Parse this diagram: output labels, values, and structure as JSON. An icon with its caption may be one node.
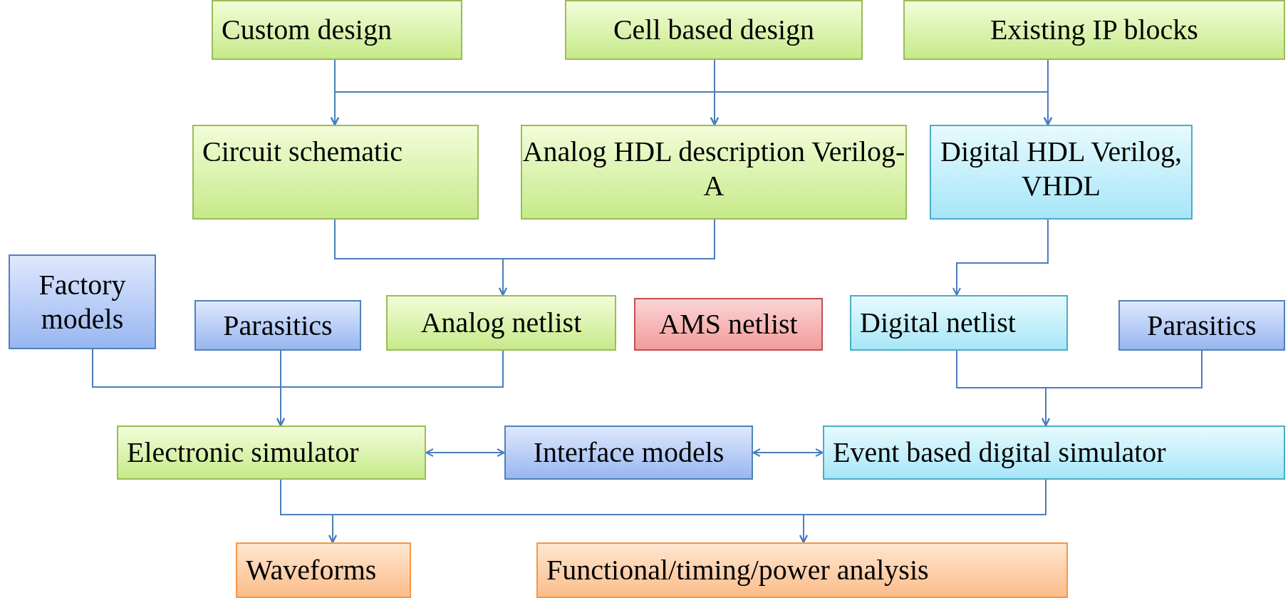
{
  "diagram": {
    "nodes": [
      {
        "text": [
          "Custom design"
        ]
      },
      {
        "text": [
          "Cell based design"
        ]
      },
      {
        "text": [
          "Existing IP blocks"
        ]
      },
      {
        "text": [
          "Circuit schematic"
        ]
      },
      {
        "text": [
          "Analog HDL description Verilog-A"
        ]
      },
      {
        "text": [
          "Digital HDL Verilog, VHDL"
        ]
      },
      {
        "text": [
          "Factory models"
        ]
      },
      {
        "text": [
          "Parasitics"
        ]
      },
      {
        "text": [
          "Analog netlist"
        ]
      },
      {
        "text": [
          "AMS netlist"
        ]
      },
      {
        "text": [
          "Digital netlist"
        ]
      },
      {
        "text": [
          "Parasitics"
        ]
      },
      {
        "text": [
          "Electronic simulator"
        ]
      },
      {
        "text": [
          "Interface models"
        ]
      },
      {
        "text": [
          "Event based digital simulator"
        ]
      },
      {
        "text": [
          "Waveforms"
        ]
      },
      {
        "text": [
          "Functional/timing/power analysis"
        ]
      }
    ],
    "edges": [
      {
        "from": 0,
        "to": 3,
        "arrow": "to"
      },
      {
        "from": 0,
        "to": 4,
        "arrow": "to"
      },
      {
        "from": 0,
        "to": 5,
        "arrow": "to"
      },
      {
        "from": 1,
        "to": 3,
        "arrow": "to"
      },
      {
        "from": 1,
        "to": 4,
        "arrow": "to"
      },
      {
        "from": 1,
        "to": 5,
        "arrow": "to"
      },
      {
        "from": 2,
        "to": 3,
        "arrow": "to"
      },
      {
        "from": 2,
        "to": 4,
        "arrow": "to"
      },
      {
        "from": 2,
        "to": 5,
        "arrow": "to"
      },
      {
        "from": 3,
        "to": 8,
        "arrow": "to"
      },
      {
        "from": 4,
        "to": 8,
        "arrow": "to"
      },
      {
        "from": 5,
        "to": 10,
        "arrow": "to"
      },
      {
        "from": 6,
        "to": 12,
        "arrow": "to"
      },
      {
        "from": 7,
        "to": 12,
        "arrow": "to"
      },
      {
        "from": 8,
        "to": 12,
        "arrow": "to"
      },
      {
        "from": 10,
        "to": 14,
        "arrow": "to"
      },
      {
        "from": 11,
        "to": 14,
        "arrow": "to"
      },
      {
        "from": 12,
        "to": 13,
        "arrow": "both"
      },
      {
        "from": 13,
        "to": 14,
        "arrow": "both"
      },
      {
        "from": 12,
        "to": 15,
        "arrow": "to"
      },
      {
        "from": 12,
        "to": 16,
        "arrow": "to"
      },
      {
        "from": 14,
        "to": 15,
        "arrow": "to"
      },
      {
        "from": 14,
        "to": 16,
        "arrow": "to"
      }
    ]
  }
}
